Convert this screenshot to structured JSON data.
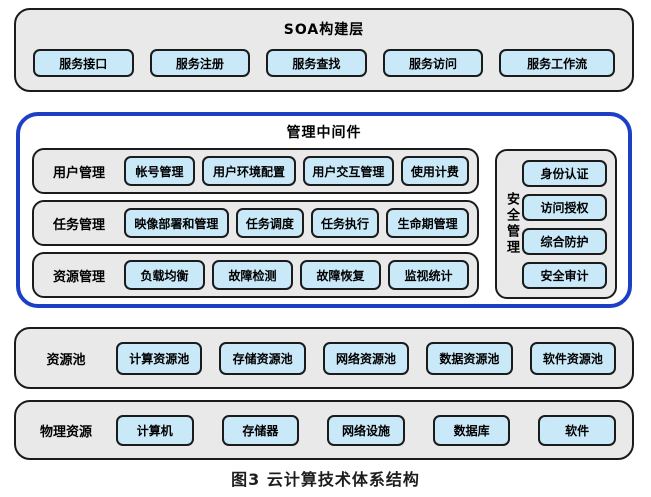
{
  "colors": {
    "page_bg": "#ffffff",
    "layer_bg": "#e9e9e9",
    "layer_border": "#1b1b1b",
    "node_bg": "#c9e8f8",
    "node_border": "#1b1b1b",
    "middleware_border": "#1d3fc5",
    "middleware_bg": "#ffffff",
    "text": "#000000"
  },
  "soa": {
    "title": "SOA构建层",
    "boxes": [
      "服务接口",
      "服务注册",
      "服务查找",
      "服务访问",
      "服务工作流"
    ]
  },
  "middleware": {
    "title": "管理中间件",
    "rows": [
      {
        "label": "用户管理",
        "boxes": [
          "帐号管理",
          "用户环境配置",
          "用户交互管理",
          "使用计费"
        ]
      },
      {
        "label": "任务管理",
        "boxes": [
          "映像部署和管理",
          "任务调度",
          "任务执行",
          "生命期管理"
        ]
      },
      {
        "label": "资源管理",
        "boxes": [
          "负载均衡",
          "故障检测",
          "故障恢复",
          "监视统计"
        ]
      }
    ],
    "security": {
      "label": "安全管理",
      "boxes": [
        "身份认证",
        "访问授权",
        "综合防护",
        "安全审计"
      ]
    }
  },
  "resource_pool": {
    "label": "资源池",
    "boxes": [
      "计算资源池",
      "存储资源池",
      "网络资源池",
      "数据资源池",
      "软件资源池"
    ]
  },
  "physical": {
    "label": "物理资源",
    "boxes": [
      "计算机",
      "存储器",
      "网络设施",
      "数据库",
      "软件"
    ]
  },
  "caption": "图3 云计算技术体系结构"
}
